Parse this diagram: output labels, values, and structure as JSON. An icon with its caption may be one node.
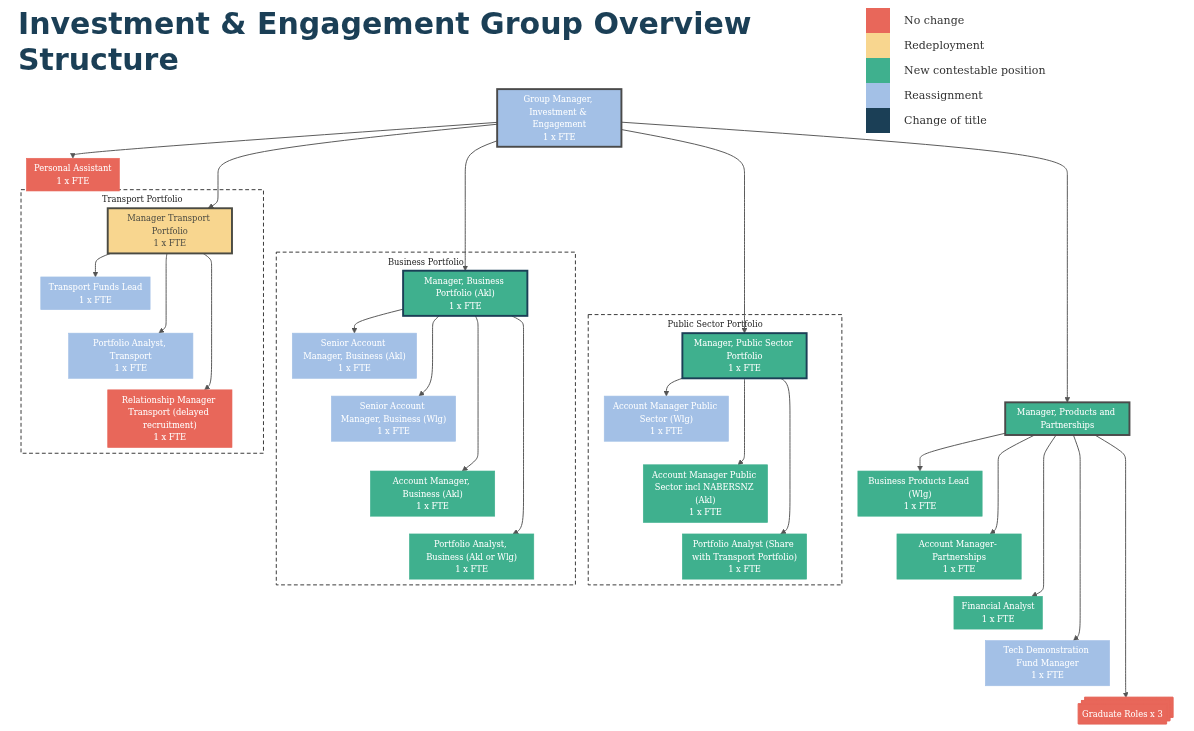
{
  "diagram": {
    "title": "Investment & Engagement Group Overview Structure",
    "nodes": [
      {
        "text": [
          "Group Manager, Investment & Engagement",
          "1 x FTE"
        ]
      },
      {
        "text": [
          "Personal Assistant",
          "1 x FTE"
        ]
      },
      {
        "text": [
          "Transport Portfolio"
        ]
      },
      {
        "text": [
          "Manager Transport Portfolio",
          "1 x FTE"
        ],
        "in": 2
      },
      {
        "text": [
          "Transport Funds Lead",
          "1 x FTE"
        ],
        "in": 2
      },
      {
        "text": [
          "Portfolio Analyst, Transport",
          "1 x FTE"
        ],
        "in": 2
      },
      {
        "text": [
          "Relationship Manager Transport (delayed recruitment)",
          "1 x FTE"
        ],
        "in": 2
      },
      {
        "text": [
          "Business Portfolio"
        ]
      },
      {
        "text": [
          "Manager, Business Portfolio (Akl)",
          "1 x FTE"
        ],
        "in": 7
      },
      {
        "text": [
          "Senior Account Manager, Business (Akl)",
          "1 x FTE"
        ],
        "in": 7
      },
      {
        "text": [
          "Senior Account Manager, Business (Wlg)",
          "1 x FTE"
        ],
        "in": 7
      },
      {
        "text": [
          "Account Manager, Business (Akl)",
          "1 x FTE"
        ],
        "in": 7
      },
      {
        "text": [
          "Portfolio Analyst, Business (Akl or Wlg)",
          "1 x FTE"
        ],
        "in": 7
      },
      {
        "text": [
          "Public Sector Portfolio"
        ]
      },
      {
        "text": [
          "Manager, Public Sector Portfolio",
          "1 x FTE"
        ],
        "in": 13
      },
      {
        "text": [
          "Account Manager Public Sector (Wlg)",
          "1 x FTE"
        ],
        "in": 13
      },
      {
        "text": [
          "Account Manager Public Sector incl NABERSNZ (Akl)",
          "1 x FTE"
        ],
        "in": 13
      },
      {
        "text": [
          "Portfolio Analyst (Share with Transport Portfolio)",
          "1 x FTE"
        ],
        "in": 13
      },
      {
        "text": [
          "Manager, Products and Partnerships"
        ]
      },
      {
        "text": [
          "Business Products Lead (Wlg)",
          "1 x FTE"
        ]
      },
      {
        "text": [
          "Account Manager- Partnerships",
          "1 x FTE"
        ]
      },
      {
        "text": [
          "Financial Analyst",
          "1 x FTE"
        ]
      },
      {
        "text": [
          "Tech Demonstration Fund Manager",
          "1 x FTE"
        ]
      },
      {
        "text": [
          "Graduate Roles x 3"
        ]
      }
    ],
    "edges": [
      {
        "from": 0,
        "to": 1,
        "arrow": "to"
      },
      {
        "from": 0,
        "to": 3,
        "arrow": "to"
      },
      {
        "from": 0,
        "to": 8,
        "arrow": "to"
      },
      {
        "from": 0,
        "to": 14,
        "arrow": "to"
      },
      {
        "from": 0,
        "to": 18,
        "arrow": "to"
      },
      {
        "from": 3,
        "to": 4,
        "arrow": "to"
      },
      {
        "from": 3,
        "to": 5,
        "arrow": "to"
      },
      {
        "from": 3,
        "to": 6,
        "arrow": "to"
      },
      {
        "from": 8,
        "to": 9,
        "arrow": "to"
      },
      {
        "from": 8,
        "to": 10,
        "arrow": "to"
      },
      {
        "from": 8,
        "to": 11,
        "arrow": "to"
      },
      {
        "from": 8,
        "to": 12,
        "arrow": "to"
      },
      {
        "from": 14,
        "to": 15,
        "arrow": "to"
      },
      {
        "from": 14,
        "to": 16,
        "arrow": "to"
      },
      {
        "from": 14,
        "to": 17,
        "arrow": "to"
      },
      {
        "from": 18,
        "to": 19,
        "arrow": "to"
      },
      {
        "from": 18,
        "to": 20,
        "arrow": "to"
      },
      {
        "from": 18,
        "to": 21,
        "arrow": "to"
      },
      {
        "from": 18,
        "to": 22,
        "arrow": "to"
      },
      {
        "from": 18,
        "to": 23,
        "arrow": "to"
      }
    ],
    "legend": [
      {
        "text": "No change",
        "color": "#e8675a"
      },
      {
        "text": "Redeployment",
        "color": "#f8d68f"
      },
      {
        "text": "New contestable position",
        "color": "#3fb08e"
      },
      {
        "text": "Reassignment",
        "color": "#a3c0e6"
      },
      {
        "text": "Change of title",
        "color": "#1b3f56"
      }
    ]
  }
}
